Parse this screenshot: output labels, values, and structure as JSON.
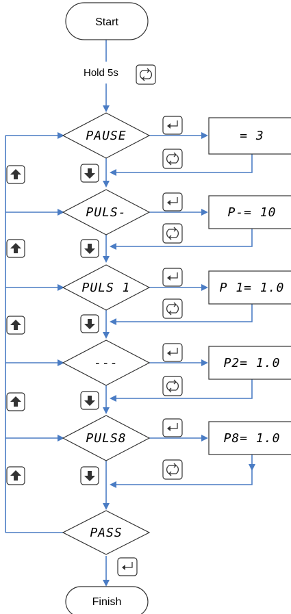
{
  "start_label": "Start",
  "hold_label": "Hold 5s",
  "finish_label": "Finish",
  "steps": [
    {
      "diamond": "PAUSE",
      "display": "= 3"
    },
    {
      "diamond": "PULS-",
      "display": "P-= 10"
    },
    {
      "diamond": "PULS 1",
      "display": "P 1= 1.0"
    },
    {
      "diamond": "---",
      "display": "P2= 1.0"
    },
    {
      "diamond": "PULS8",
      "display": "P8= 1.0"
    }
  ],
  "end_diamond": "PASS",
  "icons": {
    "cycle": "cycle-key-icon",
    "enter": "enter-key-icon",
    "up": "up-key-icon",
    "down": "down-key-icon"
  },
  "colors": {
    "flow": "#4a7cc4",
    "outline": "#333333"
  }
}
